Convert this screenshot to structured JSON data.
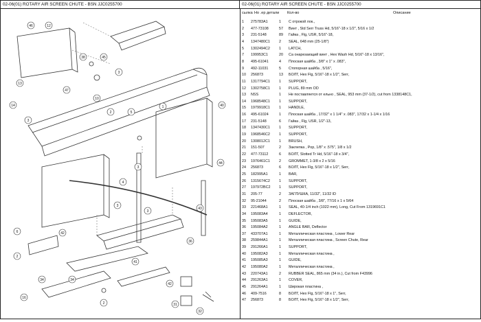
{
  "header": {
    "left_title": "02-06(01) ROTARY AIR SCREEN CHUTE - BSN JJC0255700",
    "right_title": "02-06(01) ROTARY AIR SCREEN CHUTE - BSN JJC0255700"
  },
  "table": {
    "columns": {
      "ref": "сылка",
      "part": "Но .ер детали",
      "qty": "Кол-во",
      "desc": "Описание"
    },
    "rows": [
      {
        "ref": "1",
        "part": "275783A1",
        "qty": "1",
        "desc": "С отрокой лок.,"
      },
      {
        "ref": "2",
        "part": "477-73108",
        "qty": "57",
        "desc": "Винт , Std Serr Truss Hd, 5/16\"-18 x 1/2\", 5/16 x 1/2"
      },
      {
        "ref": "3",
        "part": "231-5148",
        "qty": "89",
        "desc": "Гайка , Flg, USR, 5/16\"-18,"
      },
      {
        "ref": "4",
        "part": "1347480C1",
        "qty": "2",
        "desc": "SEAL, 648 mm (25-1/8\")"
      },
      {
        "ref": "5",
        "part": "1302494C2",
        "qty": "1",
        "desc": "LATCH,"
      },
      {
        "ref": "7",
        "part": "199953C1",
        "qty": "20",
        "desc": "Са онарезающий винт , Hex Wash Hd, 5/16\"-18 x 13/16\","
      },
      {
        "ref": "8",
        "part": "495-61041",
        "qty": "4",
        "desc": "Плоская шайба , 3/8\" x 1\" x .083\","
      },
      {
        "ref": "9",
        "part": "492-11031",
        "qty": "5",
        "desc": "Стопорная шайба , 5/16\","
      },
      {
        "ref": "10",
        "part": "256873",
        "qty": "13",
        "desc": "БОЛТ, Hex Flg, 5/16\"-18 x 1/2\", Serr,"
      },
      {
        "ref": "11",
        "part": "1317794C1",
        "qty": "1",
        "desc": "SUPPORT,"
      },
      {
        "ref": "12",
        "part": "1302758C1",
        "qty": "1",
        "desc": "PLUG, 89 mm OD"
      },
      {
        "ref": "13",
        "part": "NSS",
        "qty": "1",
        "desc": "Не поставляется от ельно , SEAL, 953 mm (37-1/2), cut from 1338148C1,"
      },
      {
        "ref": "14",
        "part": "1968548C1",
        "qty": "1",
        "desc": "SUPPORT,"
      },
      {
        "ref": "15",
        "part": "1979918C1",
        "qty": "1",
        "desc": "HANDLE,"
      },
      {
        "ref": "16",
        "part": "495-61024",
        "qty": "1",
        "desc": "Плоская шайба , 17/32\" x 1 1/4\" x .083\", 17/32 x 1-1/4 x 1/16"
      },
      {
        "ref": "17",
        "part": "231-5148",
        "qty": "6",
        "desc": "Гайка , Flg, USR, 1/2\"-13,"
      },
      {
        "ref": "18",
        "part": "1347430C1",
        "qty": "1",
        "desc": "SUPPORT,"
      },
      {
        "ref": "19",
        "part": "1968546C2",
        "qty": "1",
        "desc": "SUPPORT,"
      },
      {
        "ref": "20",
        "part": "1308012C1",
        "qty": "1",
        "desc": "BRUSH,"
      },
      {
        "ref": "21",
        "part": "151-507",
        "qty": "2",
        "desc": "Заклепка , Pop, 1/8\" x .575\", 1/8 x 1/2"
      },
      {
        "ref": "22",
        "part": "477-73112",
        "qty": "6",
        "desc": "БОЛТ, Slotted Tr Hd, 5/16\"-18 x 3/4\","
      },
      {
        "ref": "23",
        "part": "1976461C1",
        "qty": "2",
        "desc": "GROMMET, 1-3/8 x 2 x 5/16"
      },
      {
        "ref": "24",
        "part": "256873",
        "qty": "6",
        "desc": "БОЛТ, Hex Flg, 5/16\"-18 x 1/2\", Serr,"
      },
      {
        "ref": "25",
        "part": "182995A1",
        "qty": "1",
        "desc": "BAR,"
      },
      {
        "ref": "26",
        "part": "1315674C2",
        "qty": "1",
        "desc": "SUPPORT,"
      },
      {
        "ref": "27",
        "part": "197972BC2",
        "qty": "1",
        "desc": "SUPPORT,"
      },
      {
        "ref": "31",
        "part": "205-77",
        "qty": "2",
        "desc": "ЗАГЛУШКА, 11/32\", 11/32 ID"
      },
      {
        "ref": "32",
        "part": "95-21044",
        "qty": "2",
        "desc": "Плоская шайба , 3/8\", 77/16 x 1 x 5/64"
      },
      {
        "ref": "33",
        "part": "221468A1",
        "qty": "1",
        "desc": "SEAL, 40-1/4 inch (1022 mm), Long, Cut From 1319691C1"
      },
      {
        "ref": "34",
        "part": "195083A4",
        "qty": "1",
        "desc": "DEFLECTOR,"
      },
      {
        "ref": "35",
        "part": "195083A5",
        "qty": "1",
        "desc": "GUIDE,"
      },
      {
        "ref": "36",
        "part": "195084A2",
        "qty": "1",
        "desc": "ANGLE BAR, Deflector"
      },
      {
        "ref": "37",
        "part": "433707A1",
        "qty": "1",
        "desc": "Металлическая пластина , Lower Rear"
      },
      {
        "ref": "38",
        "part": "259844A1",
        "qty": "1",
        "desc": "Металлическая пластина , Screen Chute, Rear"
      },
      {
        "ref": "39",
        "part": "291266A1",
        "qty": "1",
        "desc": "SUPPORT,"
      },
      {
        "ref": "40",
        "part": "195082A3",
        "qty": "1",
        "desc": "Металлическая пластина ,"
      },
      {
        "ref": "41",
        "part": "195085A3",
        "qty": "1",
        "desc": "GUIDE,"
      },
      {
        "ref": "42",
        "part": "195080A2",
        "qty": "1",
        "desc": "Металлическая пластина ,"
      },
      {
        "ref": "43",
        "part": "220743A1",
        "qty": "2",
        "desc": "RUBBER SEAL, 865 mm (34 in.), Cut from F43996"
      },
      {
        "ref": "44",
        "part": "291263A1",
        "qty": "1",
        "desc": "COVER,"
      },
      {
        "ref": "45",
        "part": "291264A1",
        "qty": "1",
        "desc": "Широкая пластина ,"
      },
      {
        "ref": "46",
        "part": "409-7516",
        "qty": "8",
        "desc": "БОЛТ, Hex Flg, 5/16\"-18 x 1\", Serr,"
      },
      {
        "ref": "47",
        "part": "256873",
        "qty": "8",
        "desc": "БОЛТ, Hex Flg, 5/16\"-18 x 1/2\", Serr,"
      }
    ]
  },
  "callouts": [
    "46",
    "12",
    "38",
    "13",
    "47",
    "10",
    "14",
    "45",
    "3",
    "3",
    "2",
    "5",
    "1",
    "40",
    "3",
    "4",
    "44",
    "3",
    "43",
    "3",
    "36",
    "6",
    "42",
    "2",
    "34",
    "34",
    "41",
    "42",
    "2",
    "16",
    "31",
    "32"
  ]
}
